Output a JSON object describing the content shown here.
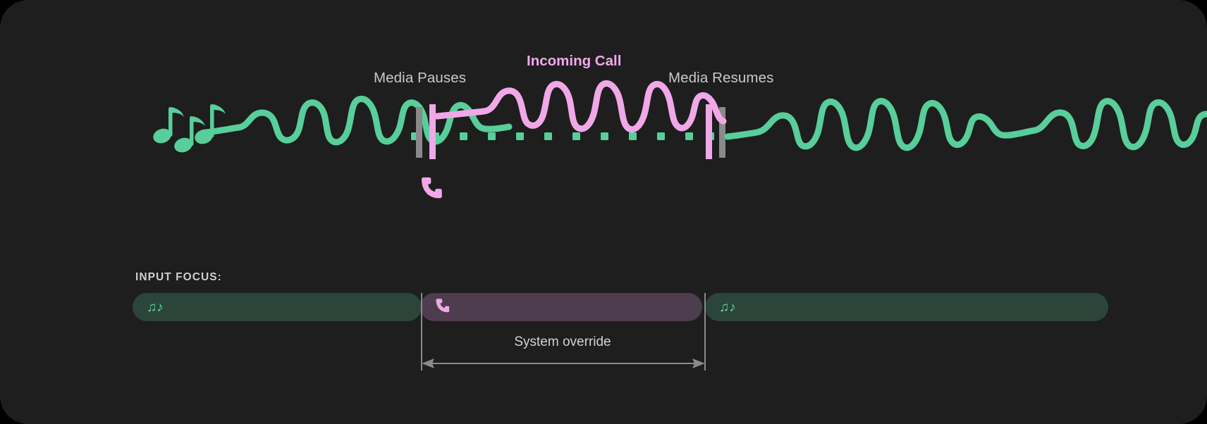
{
  "card": {
    "background": "#1e1e1e",
    "corner_radius": 40
  },
  "timeline": {
    "labels": {
      "media_pauses": "Media Pauses",
      "incoming_call": "Incoming Call",
      "media_resumes": "Media Resumes"
    },
    "icons": {
      "music": "music-notes-icon",
      "phone": "phone-icon"
    },
    "colors": {
      "media_wave": "#58ce9b",
      "call_wave": "#f0a8e8",
      "marker_gray": "#8a8a8a",
      "marker_pink": "#f0a8e8",
      "paused_dots": "#58ce9b",
      "label_text": "#c9c9c9",
      "call_label_text": "#f2a8ec"
    },
    "music_glyph": "♫♪",
    "phone_glyph": "✆"
  },
  "input_focus": {
    "label": "INPUT FOCUS:",
    "bars": [
      {
        "id": "media-1",
        "icon": "music-notes-icon",
        "glyph": "♫♪",
        "color": "#2b453b",
        "icon_color": "#5fd4a0"
      },
      {
        "id": "call",
        "icon": "phone-icon",
        "glyph": "✆",
        "color": "#4d3d4f",
        "icon_color": "#f0a8e8"
      },
      {
        "id": "media-2",
        "icon": "music-notes-icon",
        "glyph": "♫♪",
        "color": "#2b453b",
        "icon_color": "#5fd4a0"
      }
    ]
  },
  "override": {
    "caption": "System override",
    "line_color": "#8a8a8a"
  }
}
